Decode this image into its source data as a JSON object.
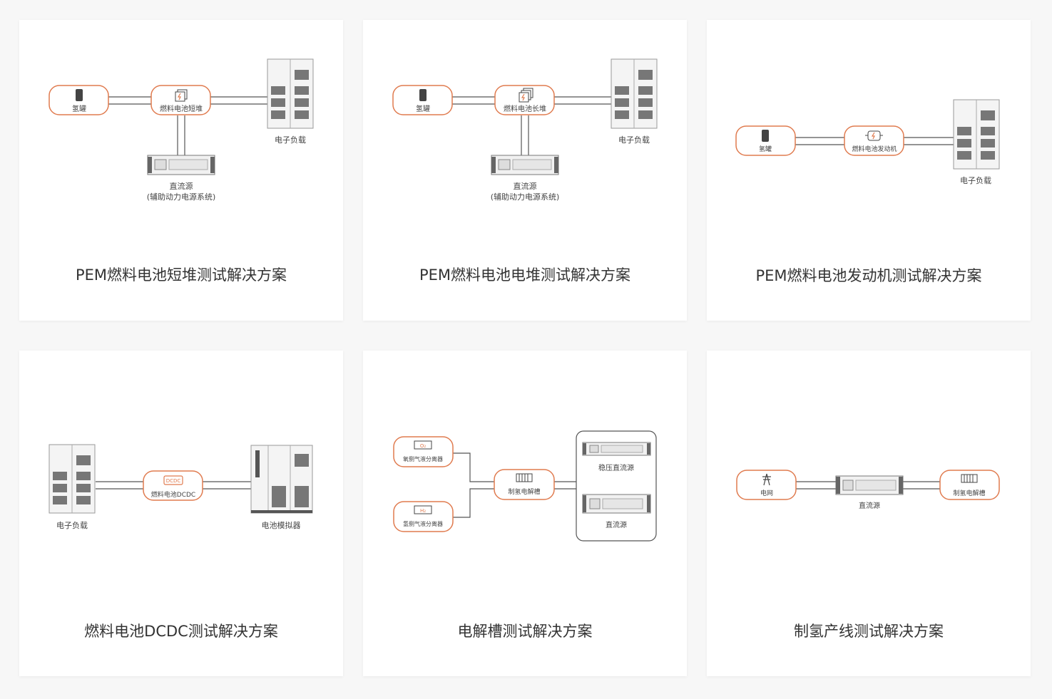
{
  "colors": {
    "accent": "#e07b4f",
    "line": "#555555",
    "text": "#333333"
  },
  "cards": [
    {
      "title": "PEM燃料电池短堆测试解决方案",
      "nodes": {
        "tank": "氢罐",
        "stack": "燃料电池短堆",
        "load": "电子负载",
        "dc": "直流源",
        "dc_sub": "(辅助动力电源系统)"
      }
    },
    {
      "title": "PEM燃料电池电堆测试解决方案",
      "nodes": {
        "tank": "氢罐",
        "stack": "燃料电池长堆",
        "load": "电子负载",
        "dc": "直流源",
        "dc_sub": "(辅助动力电源系统)"
      }
    },
    {
      "title": "PEM燃料电池发动机测试解决方案",
      "nodes": {
        "tank": "氢罐",
        "engine": "燃料电池发动机",
        "load": "电子负载"
      }
    },
    {
      "title": "燃料电池DCDC测试解决方案",
      "nodes": {
        "load": "电子负载",
        "dcdc_badge": "DCDC",
        "dcdc": "燃料电池DCDC",
        "battery": "电池模拟器"
      }
    },
    {
      "title": "电解槽测试解决方案",
      "nodes": {
        "o2_badge": "O₂",
        "o2": "氧侧气液分离器",
        "h2_badge": "H₂",
        "h2": "氢侧气液分离器",
        "cell": "制氢电解槽",
        "stab_dc": "稳压直流源",
        "dc": "直流源"
      }
    },
    {
      "title": "制氢产线测试解决方案",
      "nodes": {
        "grid": "电网",
        "dc": "直流源",
        "cell": "制氢电解槽"
      }
    }
  ]
}
